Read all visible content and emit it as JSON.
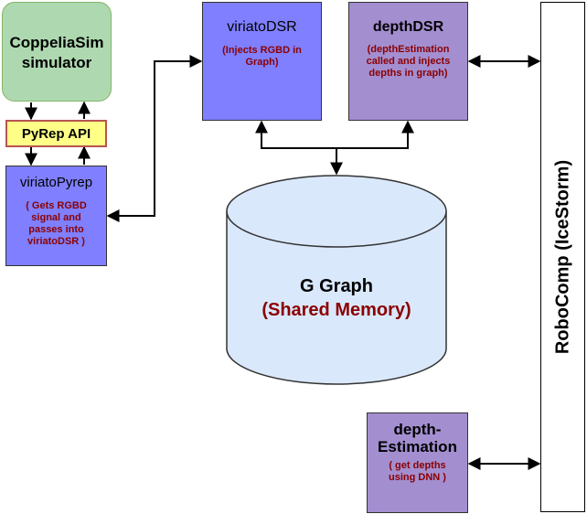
{
  "nodes": {
    "coppelia": {
      "title_line1": "CoppeliaSim",
      "title_line2": "simulator"
    },
    "pyrep_api": {
      "title": "PyRep API"
    },
    "viriato_pyrep": {
      "title": "viriatoPyrep",
      "desc_line1": "( Gets RGBD",
      "desc_line2": "signal and",
      "desc_line3": "passes into",
      "desc_line4": "viriatoDSR )"
    },
    "viriato_dsr": {
      "title": "viriatoDSR",
      "desc_line1": "(Injects RGBD in",
      "desc_line2": "Graph)"
    },
    "depth_dsr": {
      "title": "depthDSR",
      "desc_line1": "(depthEstimation",
      "desc_line2": "called and injects",
      "desc_line3": "depths in graph)"
    },
    "g_graph": {
      "title": "G Graph",
      "subtitle": "(Shared Memory)"
    },
    "robocomp": {
      "title": "RoboComp (IceStorm)"
    },
    "depth_estimation": {
      "title_line1": "depth-",
      "title_line2": "Estimation",
      "desc_line1": "( get depths",
      "desc_line2": "using DNN )"
    }
  },
  "colors": {
    "green_fill": "#aed9b0",
    "green_stroke": "#82b366",
    "yellow_fill": "#ffff88",
    "yellow_stroke": "#b85450",
    "blue_fill": "#7f7fff",
    "purple_fill": "#a38ed0",
    "cylinder_fill": "#dae8fc",
    "dark_red": "#8b0000"
  }
}
